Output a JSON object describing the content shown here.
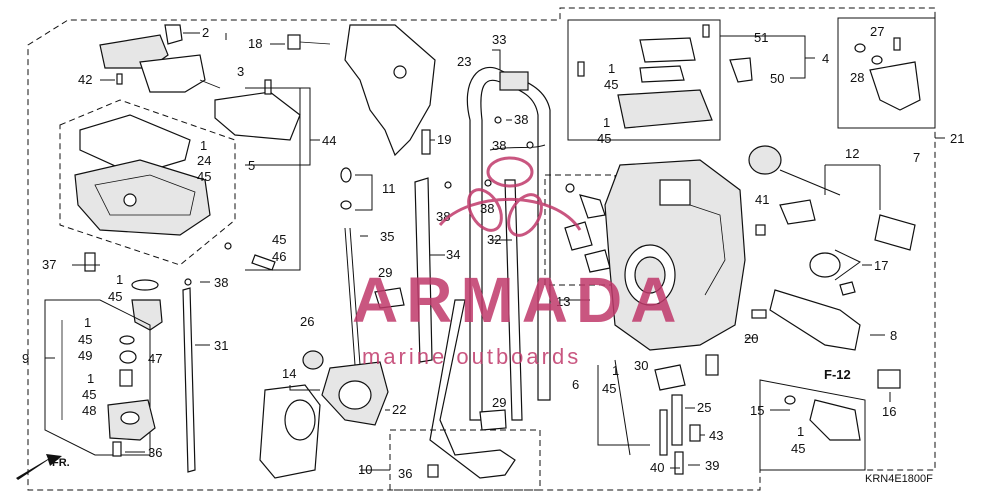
{
  "diagram": {
    "labels": {
      "l2": "2",
      "l3": "3",
      "l42": "42",
      "l1a": "1",
      "l24": "24",
      "l45a": "45",
      "l5": "5",
      "l44": "44",
      "l45b": "45",
      "l46": "46",
      "l37": "37",
      "l1b": "1",
      "l45c": "45",
      "l38a": "38",
      "l31": "31",
      "l9": "9",
      "l1c": "1",
      "l45d": "45",
      "l49": "49",
      "l47": "47",
      "l1d": "1",
      "l45e": "45",
      "l48": "48",
      "l36a": "36",
      "l18": "18",
      "l19": "19",
      "l11": "11",
      "l35": "35",
      "l29a": "29",
      "l26": "26",
      "l14": "14",
      "l22": "22",
      "l10": "10",
      "l36b": "36",
      "l23": "23",
      "l33": "33",
      "l38b": "38",
      "l38c": "38",
      "l38d": "38",
      "l38e": "38",
      "l34": "34",
      "l32": "32",
      "l29b": "29",
      "l13": "13",
      "l51": "51",
      "l4": "4",
      "l50": "50",
      "l1e": "1",
      "l45f": "45",
      "l1f": "1",
      "l45g": "45",
      "l27": "27",
      "l28": "28",
      "l21": "21",
      "l7": "7",
      "l12": "12",
      "l41": "41",
      "l17": "17",
      "l8": "8",
      "l20": "20",
      "l30": "30",
      "l6": "6",
      "l1g": "1",
      "l45h": "45",
      "l25": "25",
      "l43": "43",
      "l40": "40",
      "l39": "39",
      "l15": "15",
      "l1h": "1",
      "l45i": "45",
      "l16": "16",
      "lf12": "F-12"
    },
    "code": "KRN4E1800F",
    "front": "FR."
  },
  "watermark": {
    "brand": "ARMADA",
    "tagline": "marine outboards",
    "color": "#c0396b"
  }
}
